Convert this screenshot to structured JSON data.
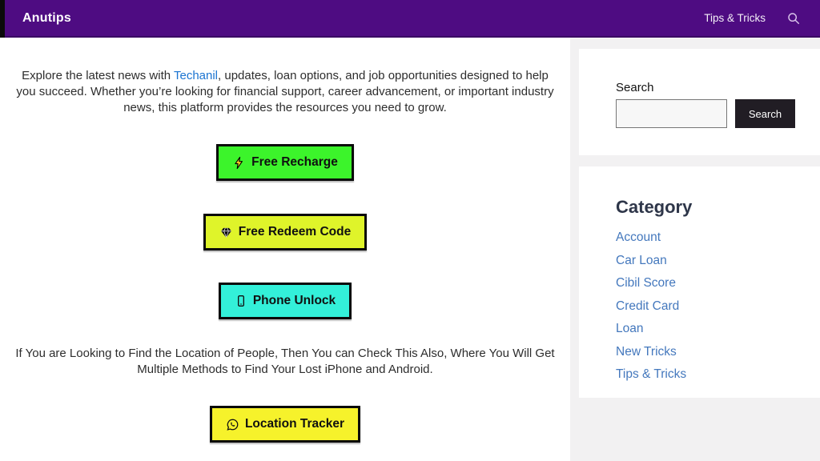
{
  "header": {
    "brand": "Anutips",
    "nav": [
      {
        "label": "Tips & Tricks"
      }
    ],
    "icons": {
      "search": "magnifier-icon"
    },
    "bg_color": "#4E0C82"
  },
  "main": {
    "intro": {
      "before_link": "Explore the latest news with ",
      "link": "Techanil",
      "after_link": ", updates, loan options, and job opportunities designed to help you succeed. Whether you’re looking for financial support, career advancement, or important industry news, this platform provides the resources you need to grow."
    },
    "buttons": [
      {
        "label": "Free Recharge",
        "icon": "lightning-icon",
        "bg": "#3CF42B"
      },
      {
        "label": "Free Redeem Code",
        "icon": "gem-icon",
        "bg": "#DFF42A"
      },
      {
        "label": "Phone Unlock",
        "icon": "smartphone-icon",
        "bg": "#33F0D9"
      },
      {
        "label": "Location Tracker",
        "icon": "whatsapp-icon",
        "bg": "#F6F22B"
      }
    ],
    "location_text": "If You are Looking to Find the Location of People, Then You can Check This Also, Where You Will Get Multiple Methods to Find Your Lost iPhone and Android."
  },
  "sidebar": {
    "search": {
      "label": "Search",
      "input_value": "",
      "button_label": "Search",
      "button_bg": "#211D24"
    },
    "category": {
      "title": "Category",
      "links": [
        "Account",
        "Car Loan",
        "Cibil Score",
        "Credit Card",
        "Loan",
        "New Tricks",
        "Tips & Tricks"
      ],
      "link_color": "#4478BD"
    }
  }
}
